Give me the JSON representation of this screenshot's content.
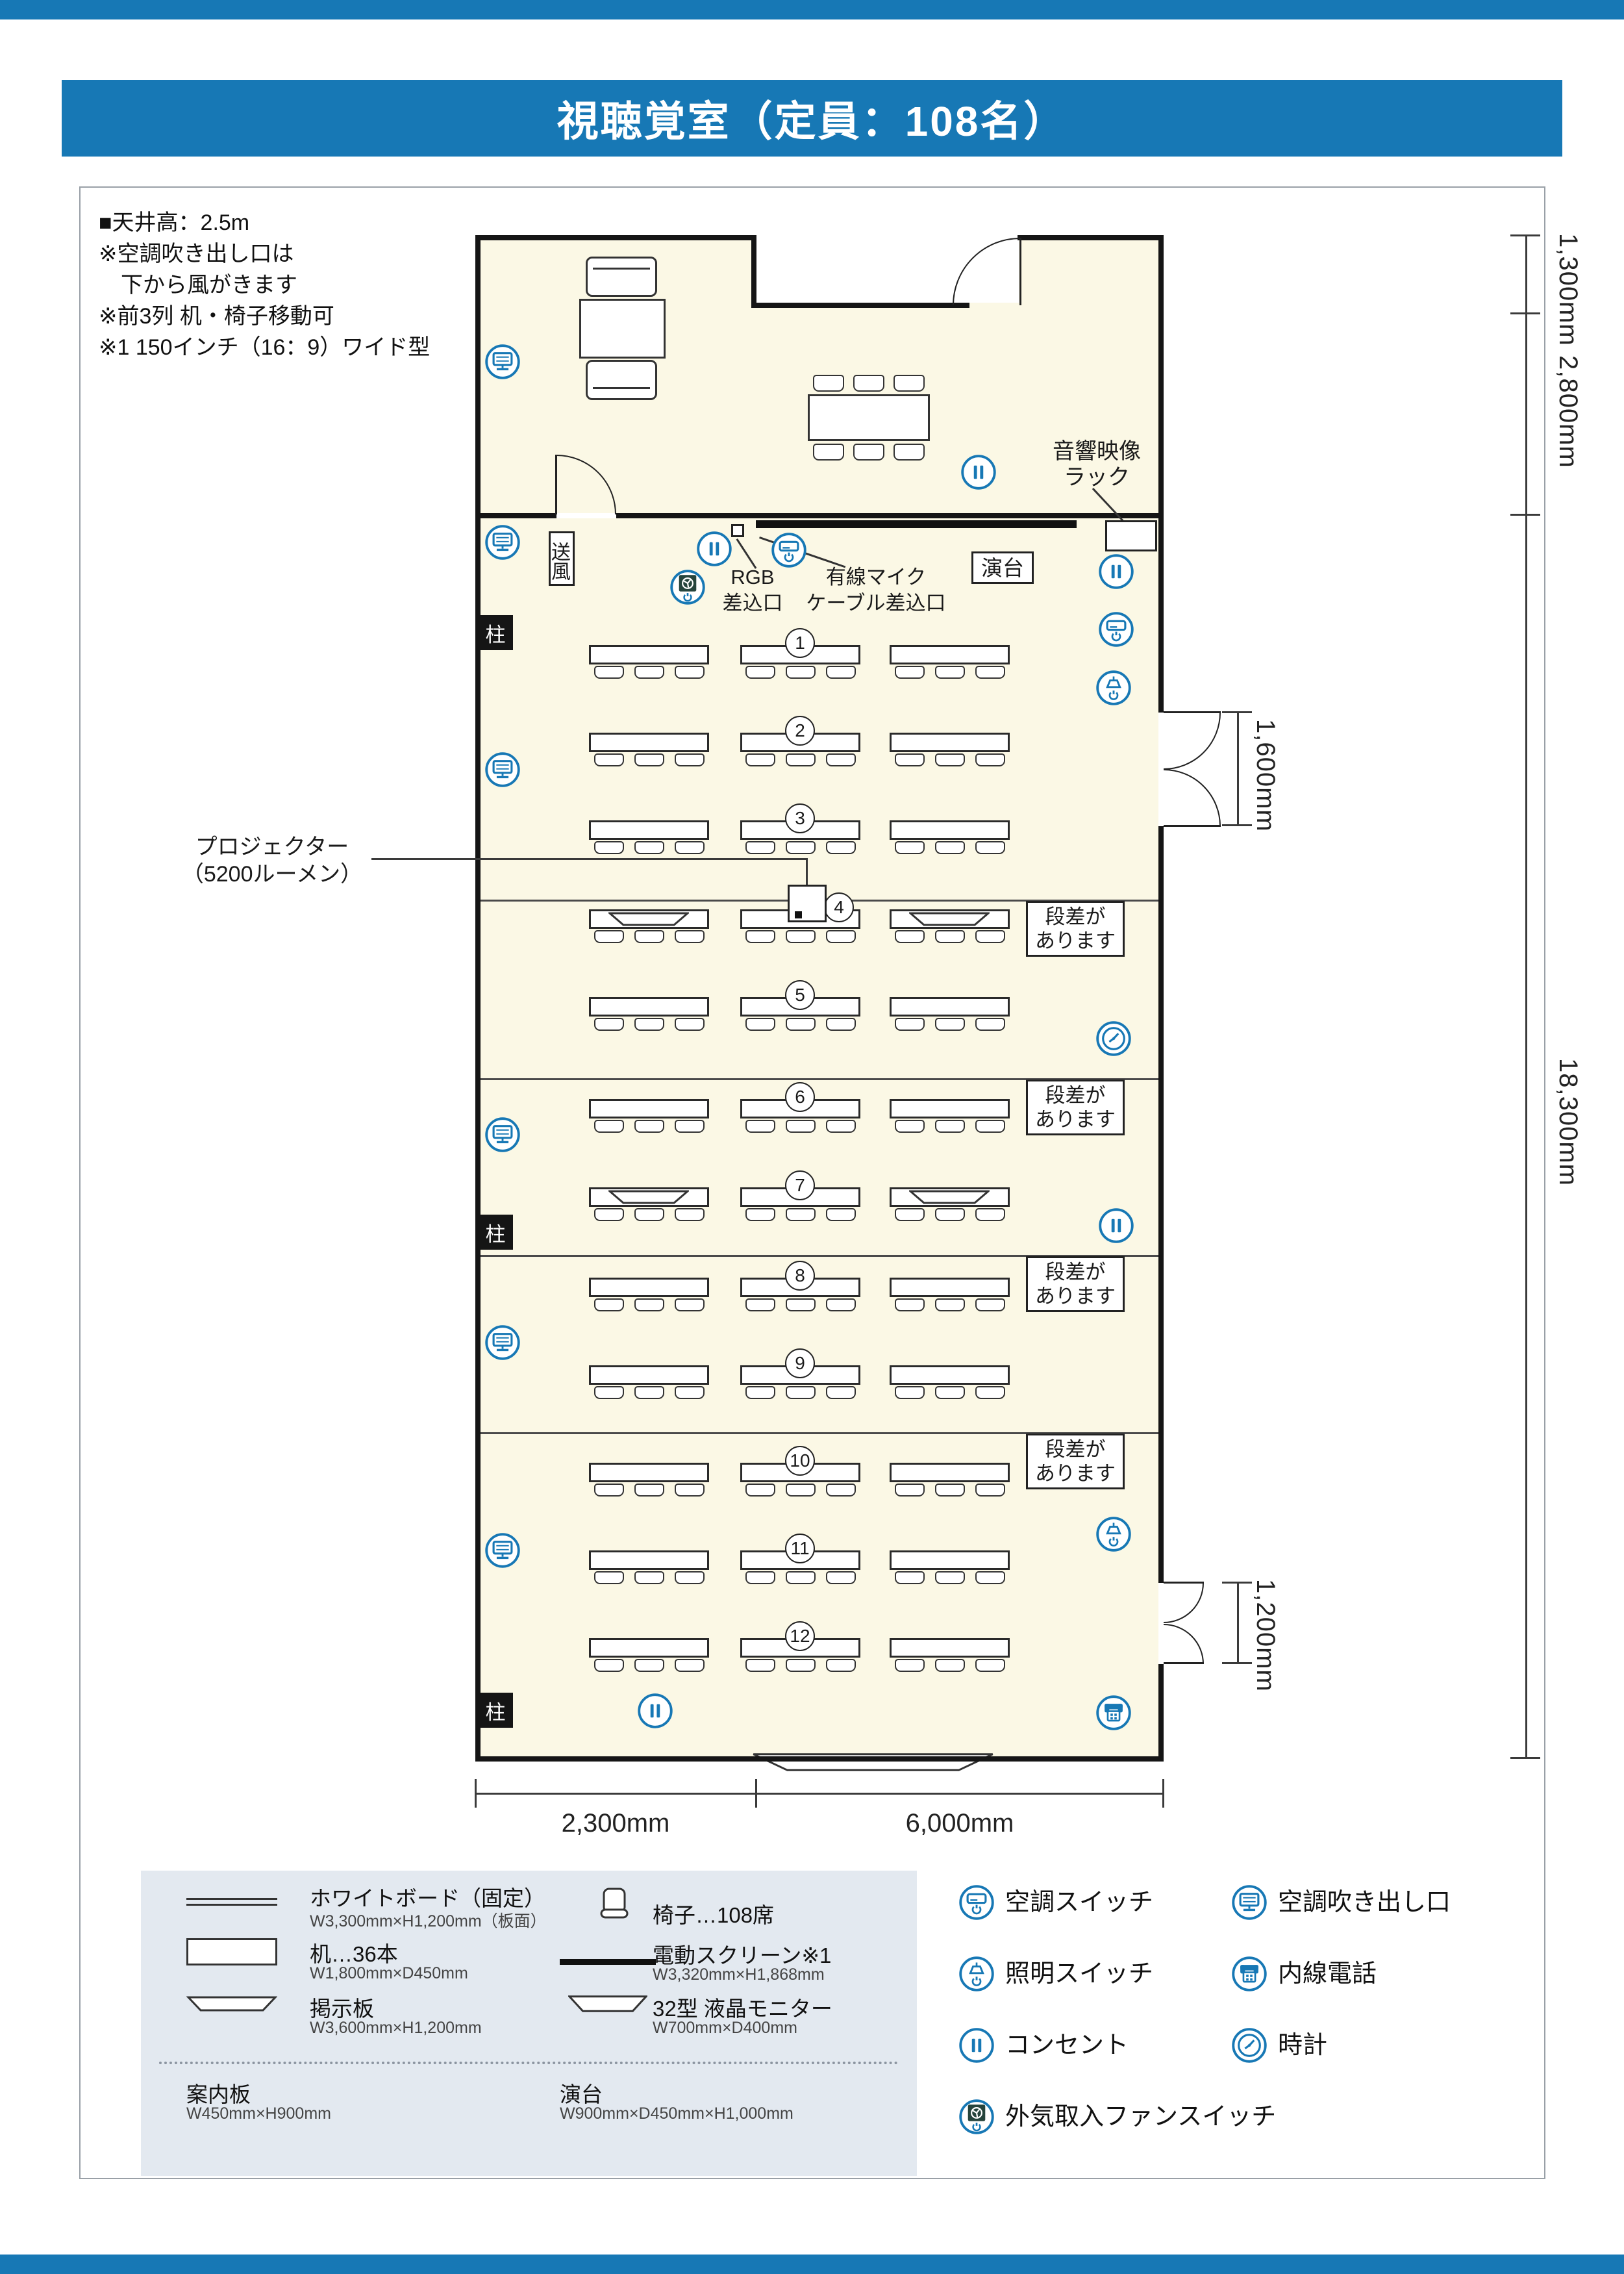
{
  "colors": {
    "accent": "#1778b5",
    "wall": "#151515",
    "room_fill": "#fbf8e5",
    "legend_bg": "#e3e9f0"
  },
  "header": {
    "title": "視聴覚室（定員：108名）"
  },
  "notes": {
    "line1": "■天井高：2.5m",
    "line2": "※空調吹き出し口は",
    "line3": "　下から風がきます",
    "line4": "※前3列 机・椅子移動可",
    "line5": "※1 150インチ（16：9）ワイド型"
  },
  "plan": {
    "rows": [
      "1",
      "2",
      "3",
      "4",
      "5",
      "6",
      "7",
      "8",
      "9",
      "10",
      "11",
      "12"
    ],
    "pillar": "柱",
    "vent_box": "送風",
    "step1": "段差が",
    "step2": "あります",
    "podium": "演台",
    "projector1": "プロジェクター",
    "projector2": "（5200ルーメン）",
    "rgb1": "RGB",
    "rgb2": "差込口",
    "mic1": "有線マイク",
    "mic2": "ケーブル差込口",
    "avrack1": "音響映像",
    "avrack2": "ラック"
  },
  "dimensions": {
    "alcove": "1,300mm",
    "upper_room": "2,800mm",
    "door_upper": "1,600mm",
    "main_room": "18,300mm",
    "door_lower": "1,200mm",
    "bottom_left": "2,300mm",
    "bottom_right": "6,000mm"
  },
  "legend": {
    "whiteboard": {
      "label": "ホワイトボード（固定）",
      "size": "W3,300mm×H1,200mm（板面）"
    },
    "desk": {
      "label": "机…36本",
      "size": "W1,800mm×D450mm"
    },
    "board": {
      "label": "掲示板",
      "size": "W3,600mm×H1,200mm"
    },
    "chair": {
      "label": "椅子…108席"
    },
    "screen": {
      "label": "電動スクリーン※1",
      "size": "W3,320mm×H1,868mm"
    },
    "monitor": {
      "label": "32型 液晶モニター",
      "size": "W700mm×D400mm"
    },
    "guide": {
      "label": "案内板",
      "size": "W450mm×H900mm"
    },
    "podium": {
      "label": "演台",
      "size": "W900mm×D450mm×H1,000mm"
    },
    "icons": {
      "ac_switch": "空調スイッチ",
      "light_switch": "照明スイッチ",
      "outlet": "コンセント",
      "fan_switch": "外気取入ファンスイッチ",
      "ac_vent": "空調吹き出し口",
      "phone": "内線電話",
      "clock": "時計"
    }
  }
}
